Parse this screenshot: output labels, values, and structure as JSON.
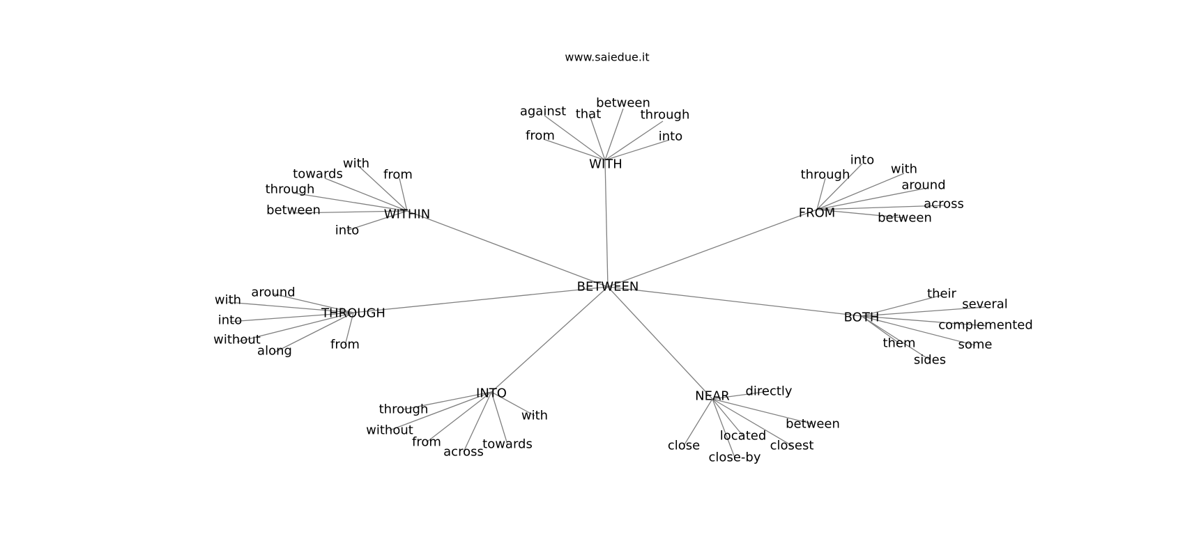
{
  "watermark": "www.saiedue.it",
  "colors": {
    "edge": "#7f7f7f",
    "text": "#000000",
    "background": "#ffffff"
  },
  "graph": {
    "root": "BETWEEN",
    "hubs": [
      {
        "name": "WITH",
        "leaves": [
          "against",
          "that",
          "between",
          "through",
          "from",
          "into"
        ]
      },
      {
        "name": "WITHIN",
        "leaves": [
          "with",
          "towards",
          "from",
          "through",
          "between",
          "into"
        ]
      },
      {
        "name": "FROM",
        "leaves": [
          "into",
          "through",
          "with",
          "around",
          "across",
          "between"
        ]
      },
      {
        "name": "THROUGH",
        "leaves": [
          "around",
          "with",
          "into",
          "without",
          "along",
          "from"
        ]
      },
      {
        "name": "BOTH",
        "leaves": [
          "their",
          "several",
          "complemented",
          "them",
          "some",
          "sides"
        ]
      },
      {
        "name": "INTO",
        "leaves": [
          "through",
          "with",
          "without",
          "from",
          "across",
          "towards"
        ]
      },
      {
        "name": "NEAR",
        "leaves": [
          "directly",
          "between",
          "located",
          "close",
          "closest",
          "close-by"
        ]
      }
    ]
  }
}
